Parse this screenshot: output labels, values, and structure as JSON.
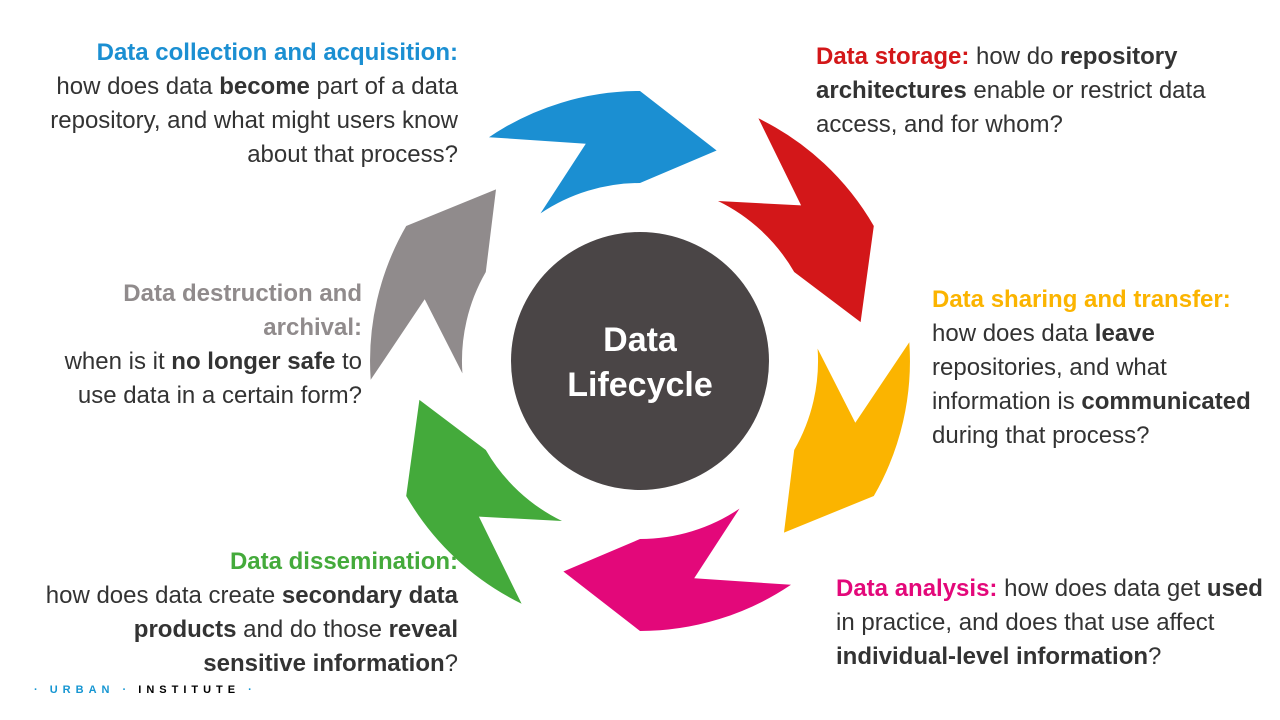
{
  "center": {
    "line1": "Data",
    "line2": "Lifecycle"
  },
  "colors": {
    "collection": "#1b8fd2",
    "storage": "#d31719",
    "sharing": "#fbb400",
    "analysis": "#e3087a",
    "dissemination": "#44aa3b",
    "destruction": "#908b8c",
    "center": "#4a4546",
    "text": "#333333"
  },
  "stages": {
    "collection": {
      "title": "Data collection and acquisition:",
      "t1": "how does data ",
      "b1": "become",
      "t2": " part of a data repository, and what might users know about that process?"
    },
    "storage": {
      "title": "Data storage:",
      "t1": " how do ",
      "b1": "repository architectures",
      "t2": " enable or restrict data access, and for whom?"
    },
    "sharing": {
      "title": "Data sharing and transfer:",
      "t1": "how does data ",
      "b1": "leave",
      "t2": " repositories, and what information is ",
      "b2": "communicated",
      "t3": " during that process?"
    },
    "analysis": {
      "title": "Data analysis:",
      "t1": " how does data get ",
      "b1": "used",
      "t2": " in practice, and does that use affect ",
      "b2": "individual-level information",
      "t3": "?"
    },
    "dissemination": {
      "title": "Data dissemination:",
      "t1": "how does data create ",
      "b1": "secondary data products",
      "t2": " and do those ",
      "b2": "reveal sensitive information",
      "t3": "?"
    },
    "destruction": {
      "title1": "Data destruction and",
      "title2": "archival:",
      "t1": "when is it ",
      "b1": "no longer safe",
      "t2": " to use data in a certain form?"
    }
  },
  "footer": {
    "left": "URBAN",
    "right": "INSTITUTE"
  }
}
